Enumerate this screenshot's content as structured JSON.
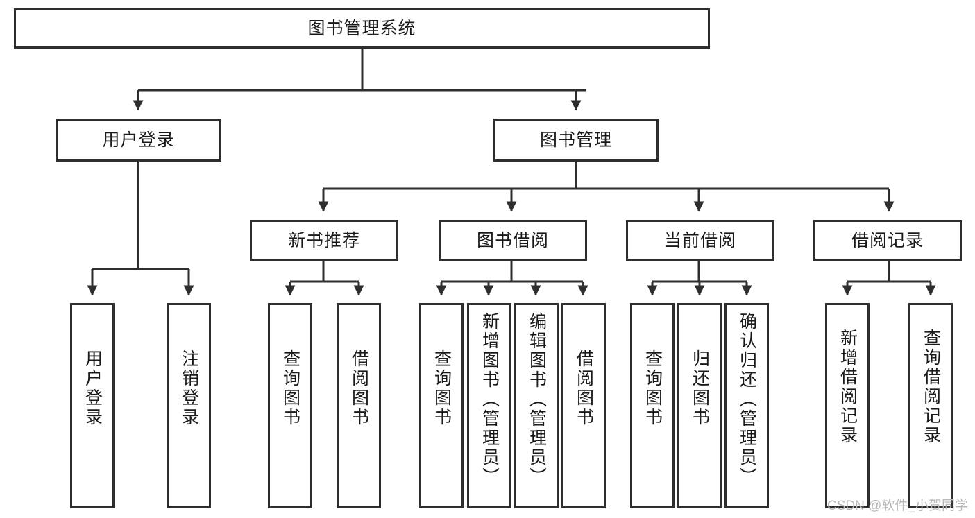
{
  "diagram": {
    "title": "图书管理系统",
    "type": "tree-hierarchy-chart",
    "stroke_color": "#2e2e2e",
    "fill_color": "#ffffff",
    "text_color": "#1a1a1a"
  },
  "nodes": {
    "root": {
      "label": "图书管理系统"
    },
    "level1": [
      {
        "id": "user-login",
        "label": "用户登录"
      },
      {
        "id": "book-manage",
        "label": "图书管理"
      }
    ],
    "level2": [
      {
        "id": "new-book-recommend",
        "label": "新书推荐"
      },
      {
        "id": "book-borrow",
        "label": "图书借阅"
      },
      {
        "id": "current-borrow",
        "label": "当前借阅"
      },
      {
        "id": "borrow-record",
        "label": "借阅记录"
      }
    ],
    "leaves": {
      "user-login": [
        {
          "id": "leaf-user-login",
          "label": "用户登录"
        },
        {
          "id": "leaf-user-logout",
          "label": "注销登录"
        }
      ],
      "new-book-recommend": [
        {
          "id": "leaf-query-book-1",
          "label": "查询图书"
        },
        {
          "id": "leaf-borrow-book-1",
          "label": "借阅图书"
        }
      ],
      "book-borrow": [
        {
          "id": "leaf-query-book-2",
          "label": "查询图书"
        },
        {
          "id": "leaf-add-book",
          "label": "新增图书（管理员）"
        },
        {
          "id": "leaf-edit-book",
          "label": "编辑图书（管理员）"
        },
        {
          "id": "leaf-borrow-book-2",
          "label": "借阅图书"
        }
      ],
      "current-borrow": [
        {
          "id": "leaf-query-book-3",
          "label": "查询图书"
        },
        {
          "id": "leaf-return-book",
          "label": "归还图书"
        },
        {
          "id": "leaf-confirm-return",
          "label": "确认归还（管理员）"
        }
      ],
      "borrow-record": [
        {
          "id": "leaf-add-record",
          "label": "新增借阅记录"
        },
        {
          "id": "leaf-query-record",
          "label": "查询借阅记录"
        }
      ]
    }
  },
  "watermark": {
    "text": "CSDN @软件_小贺同学"
  }
}
